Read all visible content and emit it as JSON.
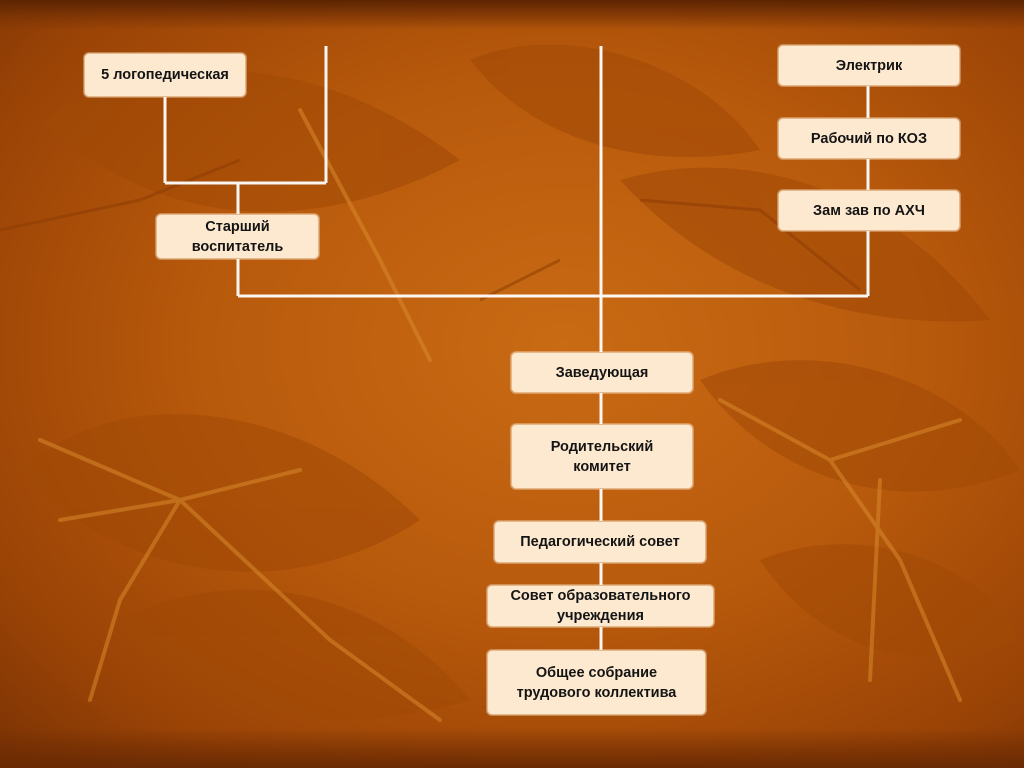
{
  "org_chart": {
    "boxes": {
      "logoped": "5 логопедическая",
      "senior_educator": "Старший воспитатель",
      "electrician": "Электрик",
      "worker_koz": "Рабочий по КОЗ",
      "deputy_ahch": "Зам зав по АХЧ",
      "head": "Заведующая",
      "parent_committee": "Родительский комитет",
      "pedagogical_council": "Педагогический совет",
      "institution_council": "Совет образовательного учреждения",
      "general_meeting": "Общее собрание трудового коллектива"
    }
  }
}
